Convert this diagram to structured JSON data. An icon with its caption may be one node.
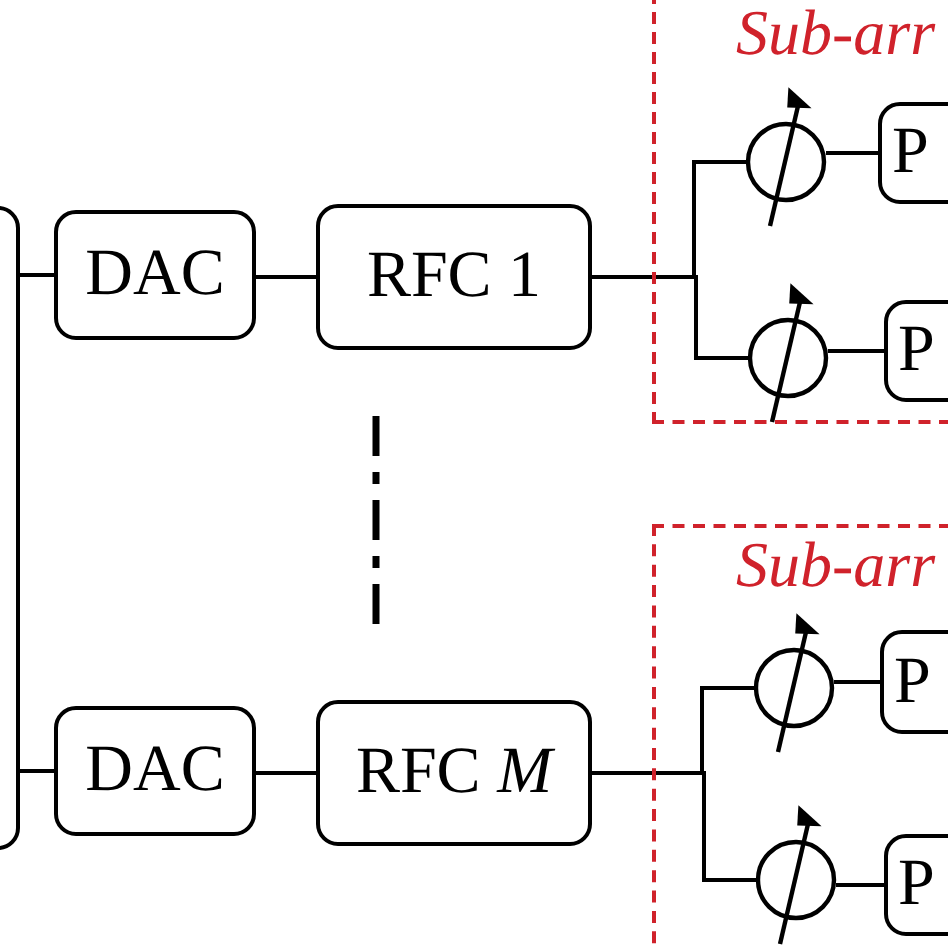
{
  "diagram": {
    "nodes": [
      {
        "text": [],
        "shape": "box"
      },
      {
        "text": [
          "DAC"
        ]
      },
      {
        "text": [
          "RFC 1"
        ]
      },
      {
        "text": [
          "Sub-arr"
        ]
      },
      {
        "text": [],
        "shape": "circle",
        "in": 3
      },
      {
        "text": [
          "P"
        ],
        "in": 3
      },
      {
        "text": [],
        "shape": "circle",
        "in": 3
      },
      {
        "text": [
          "P"
        ],
        "in": 3
      },
      {
        "text": [
          "DAC"
        ]
      },
      {
        "text": [
          "RFC *M*"
        ]
      },
      {
        "text": [
          "Sub-arr"
        ]
      },
      {
        "text": [],
        "shape": "circle",
        "in": 10
      },
      {
        "text": [
          "P"
        ],
        "in": 10
      },
      {
        "text": [],
        "shape": "circle",
        "in": 10
      },
      {
        "text": [
          "P"
        ],
        "in": 10
      }
    ],
    "edges": [
      {
        "from": 0,
        "to": 1,
        "arrow": "none"
      },
      {
        "from": 1,
        "to": 2,
        "arrow": "none"
      },
      {
        "from": 2,
        "to": 4,
        "arrow": "none"
      },
      {
        "from": 2,
        "to": 6,
        "arrow": "none"
      },
      {
        "from": 4,
        "to": 5,
        "arrow": "none"
      },
      {
        "from": 6,
        "to": 7,
        "arrow": "none"
      },
      {
        "from": 0,
        "to": 8,
        "arrow": "none"
      },
      {
        "from": 8,
        "to": 9,
        "arrow": "none"
      },
      {
        "from": 9,
        "to": 11,
        "arrow": "none"
      },
      {
        "from": 9,
        "to": 13,
        "arrow": "none"
      },
      {
        "from": 11,
        "to": 12,
        "arrow": "none"
      },
      {
        "from": 13,
        "to": 14,
        "arrow": "none"
      }
    ]
  }
}
